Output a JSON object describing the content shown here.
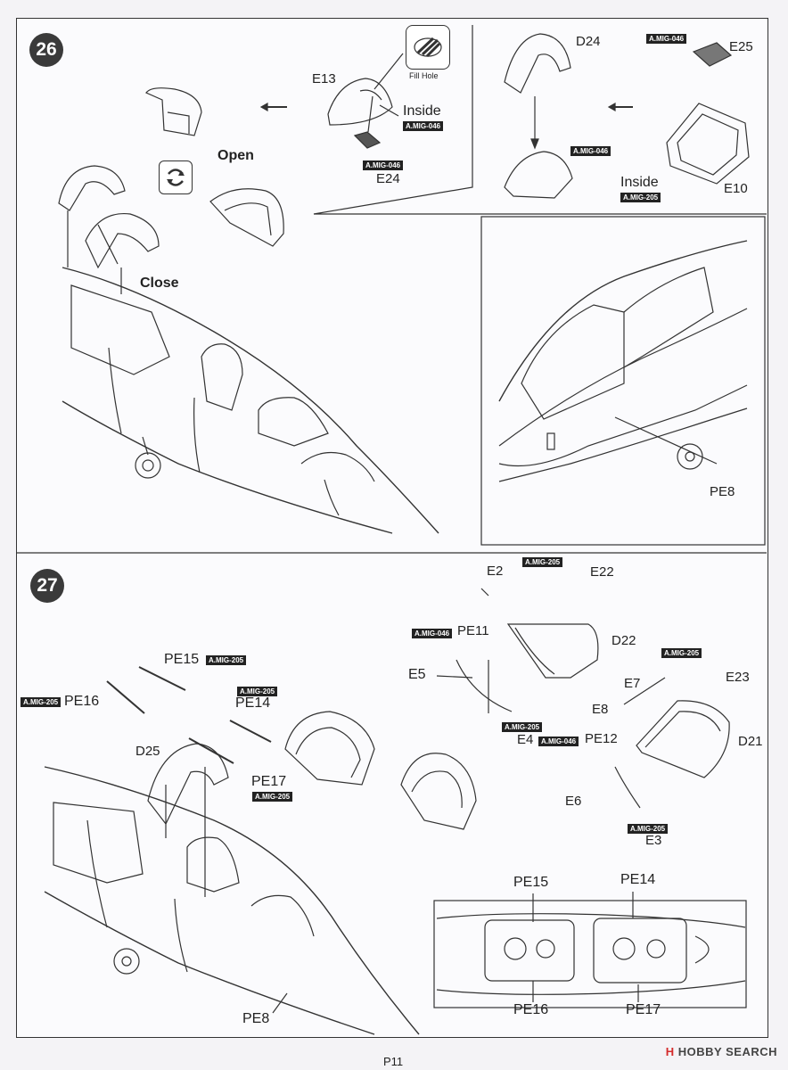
{
  "page": {
    "number": "P11"
  },
  "brand": {
    "mark": "H",
    "name": "HOBBY SEARCH"
  },
  "step26": {
    "number": "26",
    "fill_hole": "Fill Hole",
    "inside_label": "Inside",
    "open_label": "Open",
    "close_label": "Close",
    "parts": {
      "e13": "E13",
      "e24": "E24",
      "d24": "D24",
      "e25": "E25",
      "e10": "E10",
      "pe8": "PE8",
      "inside_left": "Inside",
      "inside_right": "Inside"
    },
    "tags": {
      "mig046_inside": "A.MIG-046",
      "mig046_e24": "A.MIG-046",
      "mig046_e25": "A.MIG-046",
      "mig046_d24": "A.MIG-046",
      "mig205_e10": "A.MIG-205"
    }
  },
  "step27": {
    "number": "27",
    "parts": {
      "e2": "E2",
      "e22": "E22",
      "d22": "D22",
      "pe11": "PE11",
      "e5": "E5",
      "e4": "E4",
      "pe12": "PE12",
      "e7": "E7",
      "e23": "E23",
      "e8": "E8",
      "d21": "D21",
      "e6": "E6",
      "e3": "E3",
      "pe15": "PE15",
      "pe16": "PE16",
      "pe14": "PE14",
      "d25": "D25",
      "pe17": "PE17",
      "pe8": "PE8",
      "pe15_top": "PE15",
      "pe14_top": "PE14",
      "pe16_bottom": "PE16",
      "pe17_bottom": "PE17"
    },
    "tags": {
      "e2_tag": "A.MIG-205",
      "pe11_tag": "A.MIG-046",
      "e4_tag": "A.MIG-205",
      "pe12_tag": "A.MIG-046",
      "e23_tag": "A.MIG-205",
      "e3_tag": "A.MIG-205",
      "pe15_tag": "A.MIG-205",
      "pe16_tag": "A.MIG-205",
      "pe14_tag": "A.MIG-205",
      "pe17_tag": "A.MIG-205"
    }
  }
}
